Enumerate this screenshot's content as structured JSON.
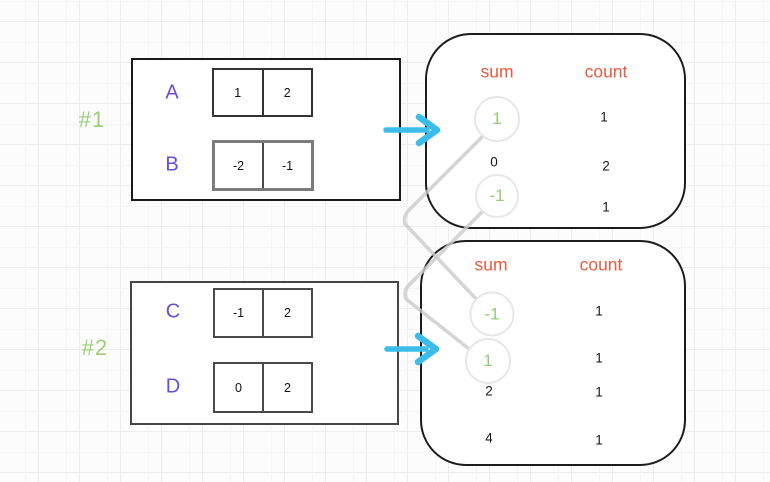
{
  "palette": {
    "highlight_green": "#8ecf71",
    "tag_green": "#9ad077",
    "label_purple": "#6b4be6",
    "header_orange": "#e85b40",
    "arrow_cyan": "#3cbde9",
    "connector_gray": "#cbcbcb"
  },
  "group1": {
    "tag": "#1",
    "rows": [
      {
        "label": "A",
        "cells": [
          "1",
          "2"
        ]
      },
      {
        "label": "B",
        "cells": [
          "-2",
          "-1"
        ]
      }
    ]
  },
  "group2": {
    "tag": "#2",
    "rows": [
      {
        "label": "C",
        "cells": [
          "-1",
          "2"
        ]
      },
      {
        "label": "D",
        "cells": [
          "0",
          "2"
        ]
      }
    ]
  },
  "table1": {
    "sum_header": "sum",
    "count_header": "count",
    "rows": [
      {
        "sum": "1",
        "count": "1",
        "highlighted": true
      },
      {
        "sum": "0",
        "count": "2",
        "highlighted": false
      },
      {
        "sum": "-1",
        "count": "1",
        "highlighted": true
      }
    ]
  },
  "table2": {
    "sum_header": "sum",
    "count_header": "count",
    "rows": [
      {
        "sum": "-1",
        "count": "1",
        "highlighted": true
      },
      {
        "sum": "1",
        "count": "1",
        "highlighted": true
      },
      {
        "sum": "2",
        "count": "1",
        "highlighted": false
      },
      {
        "sum": "4",
        "count": "1",
        "highlighted": false
      }
    ]
  },
  "arrows": [
    {
      "name": "group1-to-table1"
    },
    {
      "name": "group2-to-table2"
    }
  ],
  "connectors": [
    {
      "from": "table1-sum-1",
      "to": "table2-sum--1"
    },
    {
      "from": "table1-sum--1",
      "to": "table2-sum-1"
    }
  ]
}
